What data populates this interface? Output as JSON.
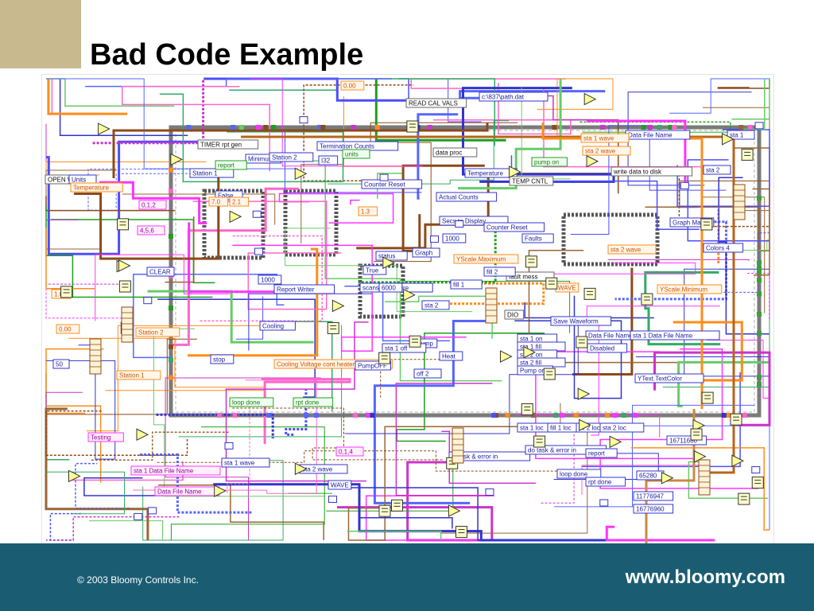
{
  "slide": {
    "title": "Bad Code Example",
    "footer_copyright": "© 2003 Bloomy Controls Inc.",
    "footer_url": "www.bloomy.com"
  },
  "diagram": {
    "labels": [
      "0.00",
      "c:\\837\\path.dat",
      "READ CAL VALS",
      "TIMER rpt gen",
      "Termination Counts",
      "Data File Name",
      "sta 1 wave",
      "sta 2 wave",
      "Minimum",
      "Station 2",
      "I32",
      "units",
      "data proc",
      "pump on",
      "write data to disk",
      "OPEN W PUT",
      "Units",
      "Temperature",
      "Station 1",
      "report",
      "Counter Reset",
      "Temperature",
      "TEMP CNTL",
      "Actual Counts",
      "Graph Max",
      "False",
      "7.0",
      "2.1",
      "1.3",
      "0,1,2",
      "4,5,6",
      "True",
      "Secs to Display",
      "Counter Reset",
      "Faults",
      "Graph",
      "status",
      "scans to acquire",
      "6000",
      "1000",
      "fault mess",
      "YScale.Maximum",
      "WAVE",
      "sta 2 wave",
      "YScale.Minimum",
      "stop",
      "1000",
      "Report Writer",
      "1.0",
      "0.00",
      "Station 2",
      "Station 1",
      "50",
      "Cooling",
      "Cooling Voltage cont heater",
      "Save Waveform",
      "Data File Name",
      "sta 1 Data File Name",
      "Disabled",
      "DIO",
      "sta 1 on",
      "sta 1 fill",
      "sta 2 on",
      "sta 2 fill",
      "Pump on",
      "Pump",
      "Heat",
      "PumpOFF",
      "off 2",
      "sta 1 off",
      "sta 2",
      "fill 1",
      "fill 2",
      "YText.TextColor",
      "loop done",
      "rpt done",
      "Colors 4",
      "Testing",
      "sta 1 Data File Name",
      "Data File Name",
      "sta 1 wave",
      "sta 2 wave",
      "WAVE",
      "0,1,4",
      "di task & error in",
      "do task & error in",
      "sta 1 loc",
      "fill 1 loc",
      "fill 2 loc",
      "sta 2 loc",
      "report",
      "loop done",
      "rpt done",
      "65280",
      "11776947",
      "16776960",
      "16711680",
      "CLEAR",
      "sta 1",
      "sta 2"
    ]
  }
}
